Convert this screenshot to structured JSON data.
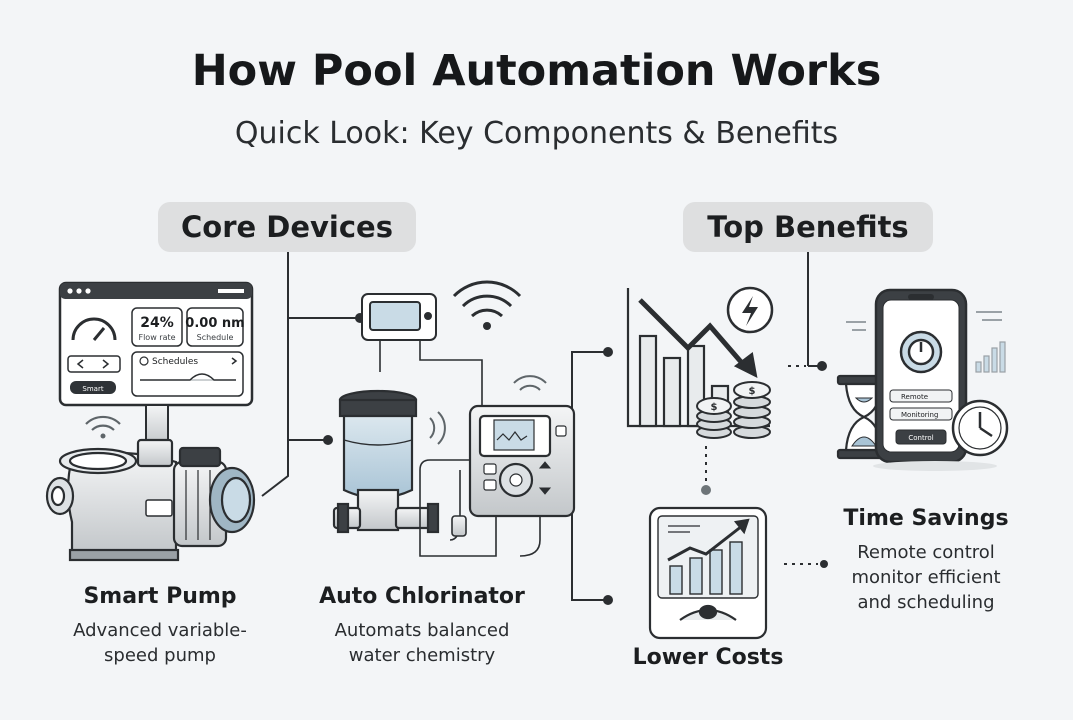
{
  "title": "How Pool Automation Works",
  "subtitle": "Quick Look: Key Components & Benefits",
  "sections": {
    "core": "Core Devices",
    "benefits": "Top Benefits"
  },
  "devices": {
    "pump": {
      "title": "Smart Pump",
      "desc1": "Advanced variable-",
      "desc2": "speed pump"
    },
    "chlorinator": {
      "title": "Auto Chlorinator",
      "desc1": "Automats balanced",
      "desc2": "water chemistry"
    }
  },
  "benefits_list": {
    "costs": {
      "title": "Lower Costs"
    },
    "time": {
      "title": "Time Savings",
      "desc1": "Remote control",
      "desc2": "monitor efficient",
      "desc3": "and scheduling"
    }
  },
  "pump_panel": {
    "flow_value": "24%",
    "flow_label": "Flow rate",
    "schedule_value": "0.00 nm",
    "schedule_label": "Schedule",
    "schedules_label": "Schedules",
    "smart_button": "Smart"
  },
  "phone": {
    "remote": "Remote",
    "monitoring": "Monitoring",
    "control": "Control"
  },
  "colors": {
    "accent": "#a9c4d6",
    "water": "#c9dbe6",
    "line": "#2b2e31",
    "pill": "#dedfe0"
  },
  "icons": [
    "gauge-icon",
    "wifi-icon",
    "lightning-icon",
    "hourglass-icon",
    "clock-icon",
    "coin-stack-icon",
    "trend-down-icon",
    "trend-up-icon"
  ]
}
